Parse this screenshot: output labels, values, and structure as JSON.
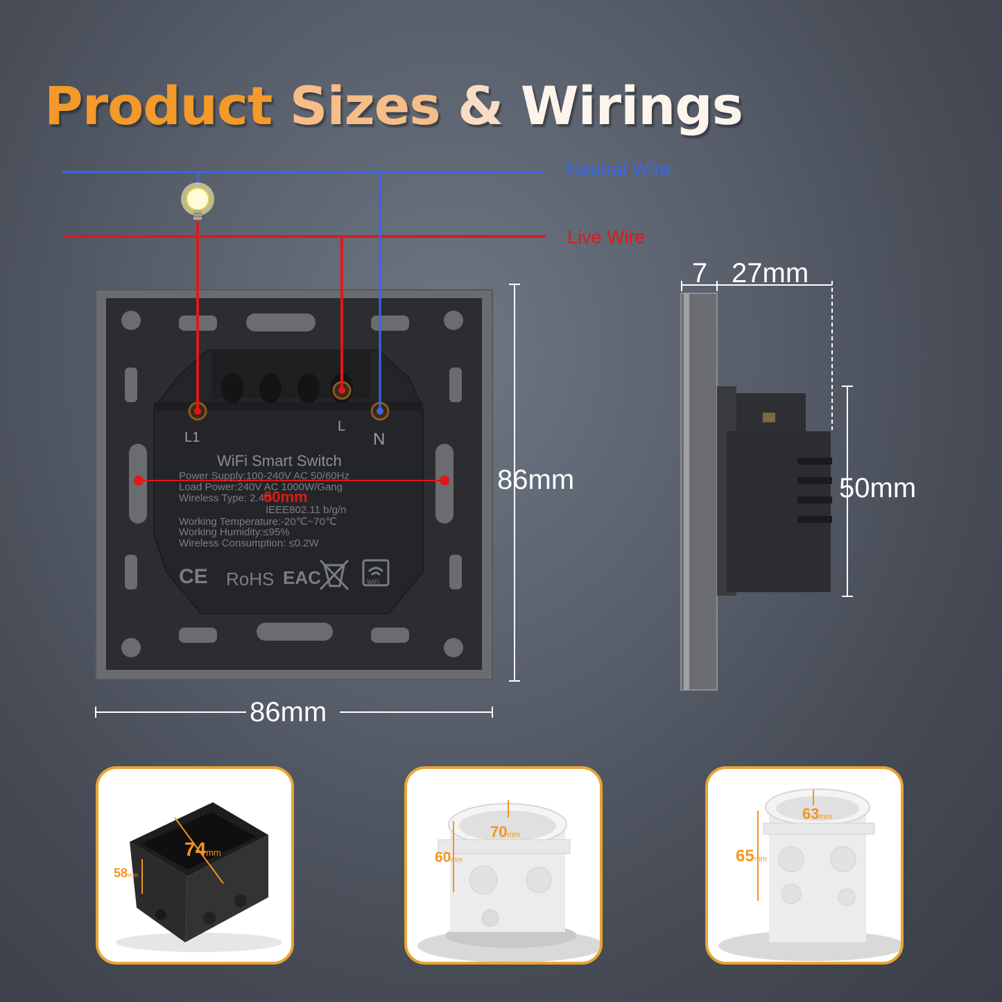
{
  "title": {
    "word1": "Product",
    "word2": "Sizes",
    "word3": "&",
    "word4": "Wirings"
  },
  "wiring": {
    "neutral_label": "Neutral Wire",
    "live_label": "Live Wire",
    "colors": {
      "neutral": "#3a66e6",
      "live": "#e01818"
    },
    "terminals": {
      "l1": "L1",
      "l": "L",
      "n": "N"
    }
  },
  "module": {
    "name": "WiFi Smart Switch",
    "specs": [
      "Power Supply:100-240V AC 50/60Hz",
      "Load Power:240V AC 1000W/Gang",
      "Wireless Type: 2.4G",
      "IEEE802.11 b/g/n",
      "Working Temperature:-20℃~70℃",
      "Working Humidity:≤95%",
      "Wireless Consumption: ≤0.2W"
    ],
    "certs": {
      "ce": "CE",
      "rohs": "RoHS",
      "eac": "EAC",
      "wifi": "WiFi"
    }
  },
  "dimensions": {
    "mounting_hole_spacing": "60mm",
    "width": "86mm",
    "height": "86mm",
    "plate_thickness": "7",
    "depth": "27mm",
    "module_height": "50mm"
  },
  "boxes": [
    {
      "main": "74",
      "main_unit": "mm",
      "side": "58",
      "side_unit": "mm"
    },
    {
      "main": "70",
      "main_unit": "mm",
      "side": "60",
      "side_unit": "mm"
    },
    {
      "main": "63",
      "main_unit": "mm",
      "side": "65",
      "side_unit": "mm"
    }
  ],
  "accent_color": "#e8a533"
}
